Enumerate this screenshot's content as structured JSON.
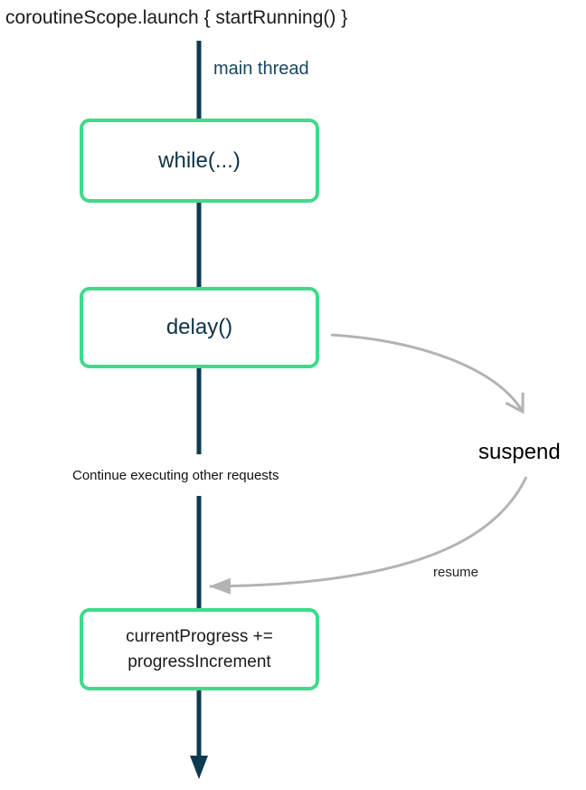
{
  "diagram": {
    "title": "coroutineScope.launch { startRunning() }",
    "thread_label": "main thread",
    "boxes": {
      "while_label": "while(...)",
      "delay_label": "delay()",
      "progress_label": "currentProgress +=\nprogressIncrement"
    },
    "annotations": {
      "continue_note": "Continue executing other requests",
      "suspend_label": "suspend",
      "resume_label": "resume"
    }
  },
  "colors": {
    "accent_green": "#41d98b",
    "thread_teal": "#0e3a50",
    "label_teal": "#17465e",
    "arrow_gray": "#b3b3b3",
    "text_black": "#1a1a1a"
  }
}
